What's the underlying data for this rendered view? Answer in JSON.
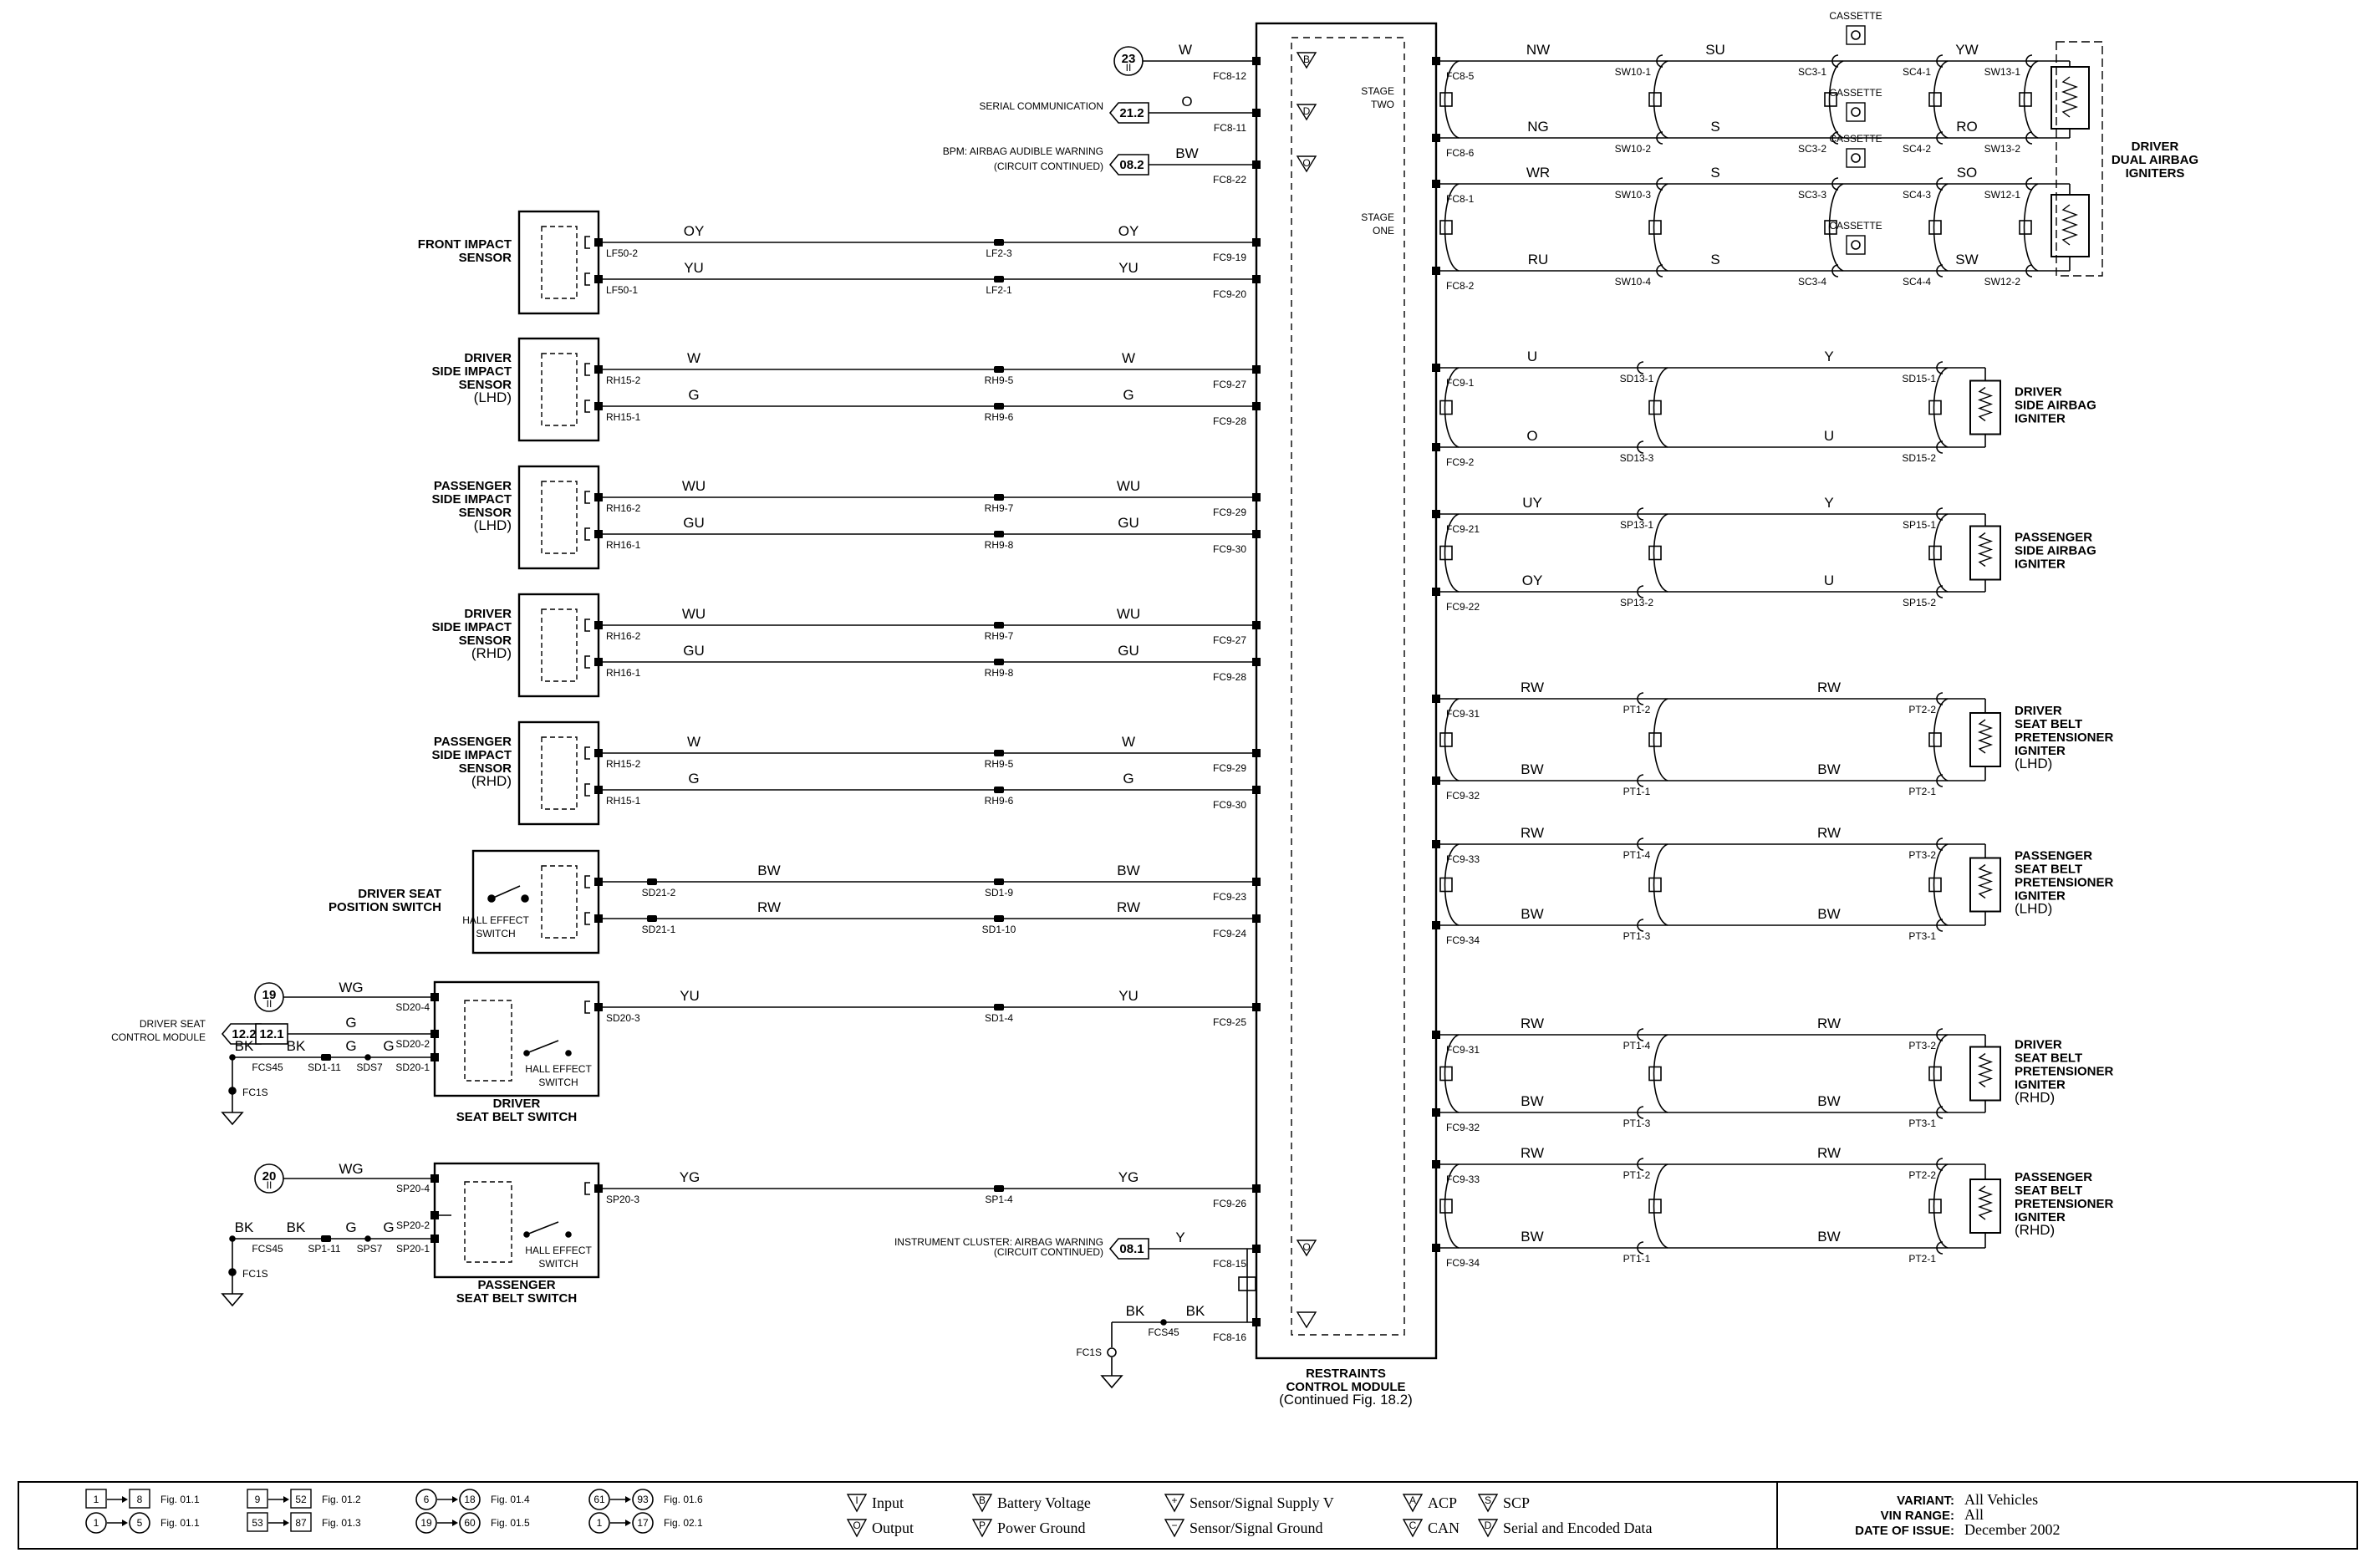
{
  "module": {
    "title1": "RESTRAINTS",
    "title2": "CONTROL MODULE",
    "subtitle": "(Continued Fig. 18.2)",
    "stage_two": [
      "STAGE",
      "TWO"
    ],
    "stage_one": [
      "STAGE",
      "ONE"
    ]
  },
  "top_pins": [
    {
      "ref": "23",
      "ref_sub": "II",
      "wire": "W",
      "pin": "FC8-12",
      "sym": "B"
    },
    {
      "label": "SERIAL COMMUNICATION",
      "ref": "21.2",
      "wire": "O",
      "pin": "FC8-11",
      "sym": "D"
    },
    {
      "label": "BPM: AIRBAG AUDIBLE WARNING",
      "label2": "(CIRCUIT CONTINUED)",
      "ref": "08.2",
      "wire": "BW",
      "pin": "FC8-22",
      "sym": "O"
    }
  ],
  "sensors": [
    {
      "name": [
        "FRONT IMPACT",
        "SENSOR"
      ],
      "c": [
        "LF50-2",
        "LF50-1"
      ],
      "w": [
        "OY",
        "YU"
      ],
      "m": [
        "LF2-3",
        "LF2-1"
      ],
      "p": [
        "FC9-19",
        "FC9-20"
      ]
    },
    {
      "name": [
        "DRIVER",
        "SIDE IMPACT",
        "SENSOR",
        "(LHD)"
      ],
      "c": [
        "RH15-2",
        "RH15-1"
      ],
      "w": [
        "W",
        "G"
      ],
      "m": [
        "RH9-5",
        "RH9-6"
      ],
      "p": [
        "FC9-27",
        "FC9-28"
      ]
    },
    {
      "name": [
        "PASSENGER",
        "SIDE IMPACT",
        "SENSOR",
        "(LHD)"
      ],
      "c": [
        "RH16-2",
        "RH16-1"
      ],
      "w": [
        "WU",
        "GU"
      ],
      "m": [
        "RH9-7",
        "RH9-8"
      ],
      "p": [
        "FC9-29",
        "FC9-30"
      ]
    },
    {
      "name": [
        "DRIVER",
        "SIDE IMPACT",
        "SENSOR",
        "(RHD)"
      ],
      "c": [
        "RH16-2",
        "RH16-1"
      ],
      "w": [
        "WU",
        "GU"
      ],
      "m": [
        "RH9-7",
        "RH9-8"
      ],
      "p": [
        "FC9-27",
        "FC9-28"
      ]
    },
    {
      "name": [
        "PASSENGER",
        "SIDE IMPACT",
        "SENSOR",
        "(RHD)"
      ],
      "c": [
        "RH15-2",
        "RH15-1"
      ],
      "w": [
        "W",
        "G"
      ],
      "m": [
        "RH9-5",
        "RH9-6"
      ],
      "p": [
        "FC9-29",
        "FC9-30"
      ]
    }
  ],
  "seat_pos": {
    "name": [
      "DRIVER SEAT",
      "POSITION SWITCH"
    ],
    "hall": [
      "HALL EFFECT",
      "SWITCH"
    ],
    "c": [
      "SD21-2",
      "SD21-1"
    ],
    "w": [
      "BW",
      "RW"
    ],
    "m": [
      "SD1-9",
      "SD1-10"
    ],
    "p": [
      "FC9-23",
      "FC9-24"
    ]
  },
  "driver_belt": {
    "name": [
      "DRIVER",
      "SEAT BELT SWITCH"
    ],
    "hall": [
      "HALL EFFECT",
      "SWITCH"
    ],
    "ref": "19",
    "ref_sub": "II",
    "wg": "WG",
    "pins": [
      "SD20-4",
      "SD20-2",
      "SD20-1",
      "SD20-3"
    ],
    "g": "G",
    "ext_label": [
      "DRIVER SEAT",
      "CONTROL MODULE"
    ],
    "ext_ref": "12.2",
    "ref2": "12.1",
    "bk": [
      "BK",
      "BK",
      "G",
      "G"
    ],
    "splices": [
      "FCS45",
      "SD1-11",
      "SDS7"
    ],
    "ground": "FC1S",
    "out_wire": "YU",
    "out_mid": "SD1-4",
    "out_pin": "FC9-25"
  },
  "pass_belt": {
    "name": [
      "PASSENGER",
      "SEAT BELT SWITCH"
    ],
    "hall": [
      "HALL EFFECT",
      "SWITCH"
    ],
    "ref": "20",
    "ref_sub": "II",
    "wg": "WG",
    "pins": [
      "SP20-4",
      "SP20-2",
      "SP20-1",
      "SP20-3"
    ],
    "bk": [
      "BK",
      "BK",
      "G",
      "G"
    ],
    "splices": [
      "FCS45",
      "SP1-11",
      "SPS7"
    ],
    "ground": "FC1S",
    "out_wire": "YG",
    "out_mid": "SP1-4",
    "out_pin": "FC9-26"
  },
  "bottom_pins": [
    {
      "label": "INSTRUMENT CLUSTER: AIRBAG WARNING",
      "label2": "(CIRCUIT CONTINUED)",
      "ref": "08.1",
      "wire": "Y",
      "pin": "FC8-15",
      "sym": "O"
    },
    {
      "wire1": "BK",
      "wire2": "BK",
      "splice": "FCS45",
      "ground": "FC1S",
      "pin": "FC8-16"
    }
  ],
  "dual": {
    "name": [
      "DRIVER",
      "DUAL AIRBAG",
      "IGNITERS"
    ],
    "rows": [
      {
        "pin": "FC8-5",
        "w": [
          "NW",
          "SU",
          "YW"
        ],
        "c": [
          "SW10-1",
          "SC3-1",
          "SC4-1",
          "SW13-1"
        ],
        "cas": "CASSETTE"
      },
      {
        "pin": "FC8-6",
        "w": [
          "NG",
          "S",
          "RO"
        ],
        "c": [
          "SW10-2",
          "SC3-2",
          "SC4-2",
          "SW13-2"
        ],
        "cas": "CASSETTE"
      },
      {
        "pin": "FC8-1",
        "w": [
          "WR",
          "S",
          "SO"
        ],
        "c": [
          "SW10-3",
          "SC3-3",
          "SC4-3",
          "SW12-1"
        ],
        "cas": "CASSETTE"
      },
      {
        "pin": "FC8-2",
        "w": [
          "RU",
          "S",
          "SW"
        ],
        "c": [
          "SW10-4",
          "SC3-4",
          "SC4-4",
          "SW12-2"
        ],
        "cas": "CASSETTE"
      }
    ]
  },
  "igniters": [
    {
      "name": [
        "DRIVER",
        "SIDE AIRBAG",
        "IGNITER"
      ],
      "p": [
        "FC9-1",
        "FC9-2"
      ],
      "w1": [
        "U",
        "O"
      ],
      "m": [
        "SD13-1",
        "SD13-3"
      ],
      "w2": [
        "Y",
        "U"
      ],
      "c": [
        "SD15-1",
        "SD15-2"
      ]
    },
    {
      "name": [
        "PASSENGER",
        "SIDE AIRBAG",
        "IGNITER"
      ],
      "p": [
        "FC9-21",
        "FC9-22"
      ],
      "w1": [
        "UY",
        "OY"
      ],
      "m": [
        "SP13-1",
        "SP13-2"
      ],
      "w2": [
        "Y",
        "U"
      ],
      "c": [
        "SP15-1",
        "SP15-2"
      ]
    },
    {
      "name": [
        "DRIVER",
        "SEAT BELT",
        "PRETENSIONER",
        "IGNITER",
        "(LHD)"
      ],
      "p": [
        "FC9-31",
        "FC9-32"
      ],
      "w1": [
        "RW",
        "BW"
      ],
      "m": [
        "PT1-2",
        "PT1-1"
      ],
      "w2": [
        "RW",
        "BW"
      ],
      "c": [
        "PT2-2",
        "PT2-1"
      ]
    },
    {
      "name": [
        "PASSENGER",
        "SEAT BELT",
        "PRETENSIONER",
        "IGNITER",
        "(LHD)"
      ],
      "p": [
        "FC9-33",
        "FC9-34"
      ],
      "w1": [
        "RW",
        "BW"
      ],
      "m": [
        "PT1-4",
        "PT1-3"
      ],
      "w2": [
        "RW",
        "BW"
      ],
      "c": [
        "PT3-2",
        "PT3-1"
      ]
    },
    {
      "name": [
        "DRIVER",
        "SEAT BELT",
        "PRETENSIONER",
        "IGNITER",
        "(RHD)"
      ],
      "p": [
        "FC9-31",
        "FC9-32"
      ],
      "w1": [
        "RW",
        "BW"
      ],
      "m": [
        "PT1-4",
        "PT1-3"
      ],
      "w2": [
        "RW",
        "BW"
      ],
      "c": [
        "PT3-2",
        "PT3-1"
      ]
    },
    {
      "name": [
        "PASSENGER",
        "SEAT BELT",
        "PRETENSIONER",
        "IGNITER",
        "(RHD)"
      ],
      "p": [
        "FC9-33",
        "FC9-34"
      ],
      "w1": [
        "RW",
        "BW"
      ],
      "m": [
        "PT1-2",
        "PT1-1"
      ],
      "w2": [
        "RW",
        "BW"
      ],
      "c": [
        "PT2-2",
        "PT2-1"
      ]
    }
  ],
  "legend": {
    "figs": [
      {
        "a": "1",
        "b": "8",
        "t": "Fig. 01.1"
      },
      {
        "a": "1",
        "as": "II",
        "b": "5",
        "bs": "II",
        "t": "Fig. 01.1",
        "round": true
      },
      {
        "a": "9",
        "b": "52",
        "t": "Fig. 01.2"
      },
      {
        "a": "53",
        "b": "87",
        "t": "Fig. 01.3"
      },
      {
        "a": "6",
        "as": "II",
        "b": "18",
        "bs": "II",
        "t": "Fig. 01.4",
        "round": true
      },
      {
        "a": "19",
        "as": "II",
        "b": "60",
        "bs": "II",
        "t": "Fig. 01.5",
        "round": true
      },
      {
        "a": "61",
        "as": "II",
        "b": "93",
        "bs": "II",
        "t": "Fig. 01.6",
        "round": true
      },
      {
        "a": "1",
        "b": "17",
        "bs": "II",
        "t": "Fig. 02.1",
        "round": true
      }
    ],
    "symbols": [
      {
        "s": "I",
        "t": "Input"
      },
      {
        "s": "O",
        "t": "Output"
      },
      {
        "s": "B",
        "t": "Battery Voltage"
      },
      {
        "s": "P",
        "t": "Power Ground"
      },
      {
        "s": "+",
        "t": "Sensor/Signal Supply V"
      },
      {
        "s": "−",
        "t": "Sensor/Signal Ground"
      },
      {
        "s": "A",
        "t": "ACP"
      },
      {
        "s": "C",
        "t": "CAN"
      },
      {
        "s": "S",
        "t": "SCP"
      },
      {
        "s": "D",
        "t": "Serial and Encoded Data"
      }
    ],
    "variant_label": "VARIANT:",
    "variant": "All Vehicles",
    "vin_label": "VIN RANGE:",
    "vin": "All",
    "date_label": "DATE OF ISSUE:",
    "date": "December 2002"
  }
}
